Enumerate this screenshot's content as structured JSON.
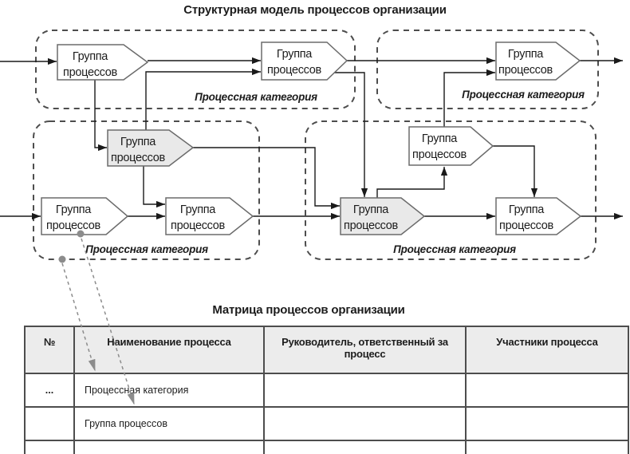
{
  "diagram": {
    "title": "Структурная модель процессов организации",
    "group_label": [
      "Группа",
      "процессов"
    ],
    "category_label": "Процессная категория"
  },
  "table": {
    "title": "Матрица процессов организации",
    "headers": [
      "№",
      "Наименование процесса",
      "Руководитель, ответственный за процесс",
      "Участники процесса"
    ],
    "rows": [
      {
        "num": "...",
        "name": "Процессная категория",
        "manager": "",
        "participants": ""
      },
      {
        "num": "",
        "name": "Группа процессов",
        "manager": "",
        "participants": ""
      },
      {
        "num": "",
        "name": "",
        "manager": "",
        "participants": ""
      }
    ]
  },
  "colors": {
    "shape_fill_plain": "#ffffff",
    "shape_fill_shaded": "#e9e9e9",
    "shape_stroke": "#6b6b6b",
    "connector": "#1a1a1a",
    "dashed_box": "#4d4d4d",
    "table_border": "#4d4d4d",
    "table_header_bg": "#ececec",
    "dotted_link": "#8c8c8c"
  }
}
